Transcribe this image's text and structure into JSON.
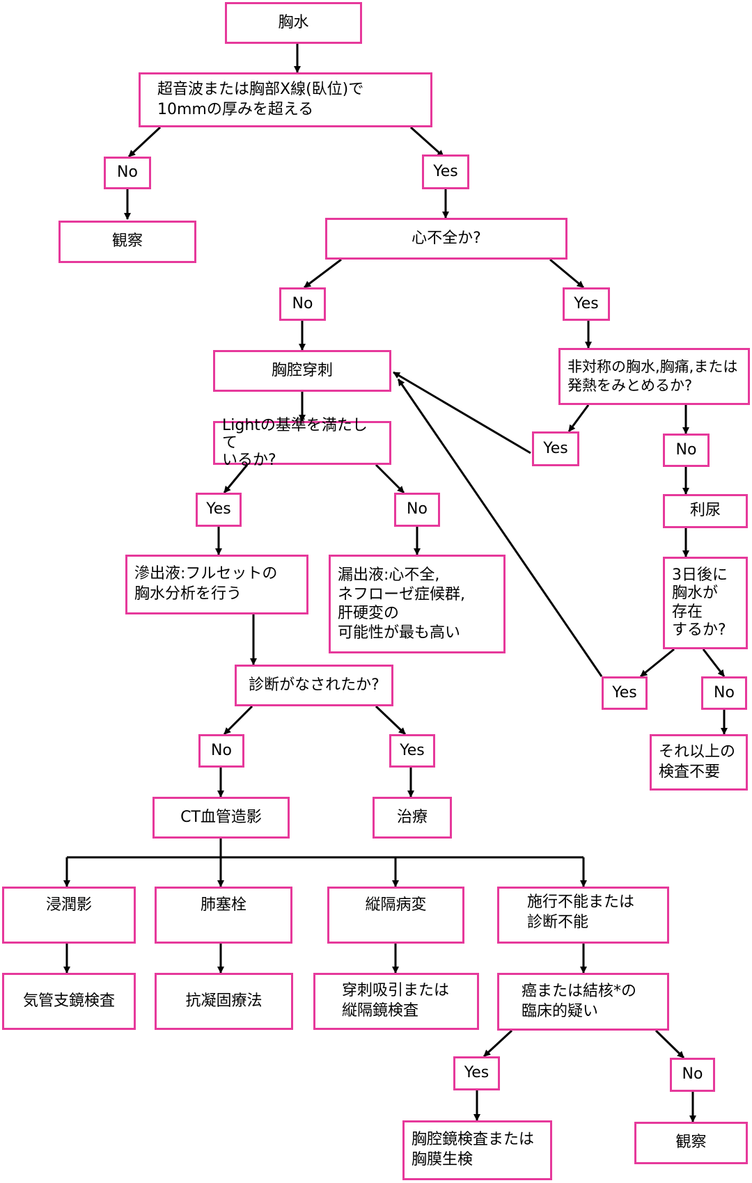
{
  "nodes": {
    "root": "胸水",
    "q_thickness": "超音波または胸部X線(臥位)で\n10mmの厚みを超える",
    "a1_no": "No",
    "observe_1": "観察",
    "a1_yes": "Yes",
    "q_heart_failure": "心不全か?",
    "a2_no": "No",
    "a2_yes": "Yes",
    "thoracentesis": "胸腔穿刺",
    "q_asymmetric": "非対称の胸水,胸痛,または\n発熱をみとめるか?",
    "a3_yes": "Yes",
    "a3_no": "No",
    "diuretic": "利尿",
    "q_after_3days": "3日後に\n胸水が\n存在\nするか?",
    "a4_yes": "Yes",
    "a4_no": "No",
    "no_further_tests": "それ以上の\n検査不要",
    "q_light": "Lightの基準を満たして\nいるか?",
    "a5_yes": "Yes",
    "a5_no": "No",
    "exudate": "滲出液:フルセットの\n胸水分析を行う",
    "transudate": "漏出液:心不全,\nネフローゼ症候群,\n肝硬変の\n可能性が最も高い",
    "q_diagnosis": "診断がなされたか?",
    "a6_no": "No",
    "a6_yes": "Yes",
    "ct_angiography": "CT血管造影",
    "treatment": "治療",
    "infiltrate": "浸潤影",
    "pulmonary_embolism": "肺塞栓",
    "mediastinal_lesion": "縦隔病変",
    "not_feasible": "施行不能または\n診断不能",
    "bronchoscopy": "気管支鏡検査",
    "anticoagulation": "抗凝固療法",
    "aspiration": "穿刺吸引または\n縦隔鏡検査",
    "q_cancer_tb": "癌または結核*の\n臨床的疑い",
    "a7_yes": "Yes",
    "a7_no": "No",
    "thoracoscopy": "胸腔鏡検査または\n胸膜生検",
    "observe_2": "観察"
  },
  "colors": {
    "box_border": "#e6399b",
    "arrow": "#000000"
  }
}
